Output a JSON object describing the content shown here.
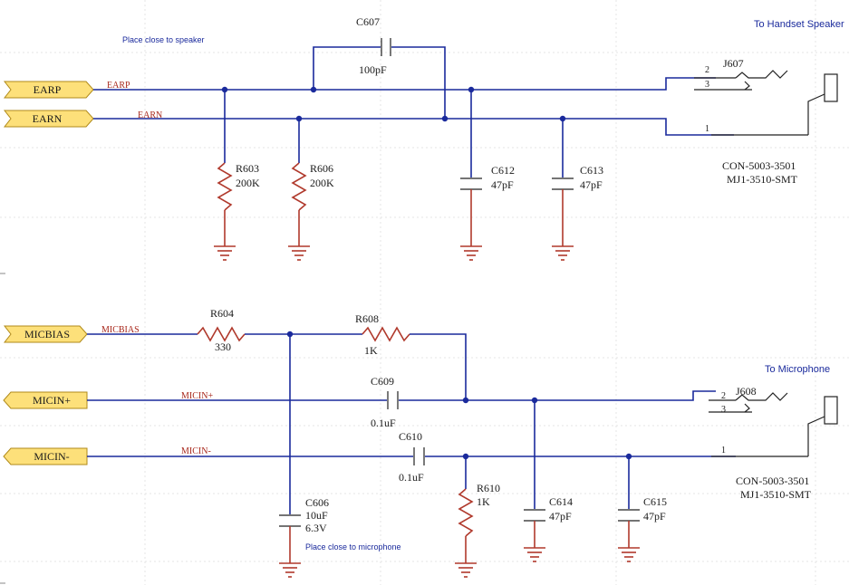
{
  "top": {
    "note_speaker": "Place close to speaker",
    "to_label": "To Handset Speaker",
    "ports": {
      "earp": "EARP",
      "earn": "EARN"
    },
    "nets": {
      "earp": "EARP",
      "earn": "EARN"
    },
    "c607": {
      "ref": "C607",
      "val": "100pF"
    },
    "r603": {
      "ref": "R603",
      "val": "200K"
    },
    "r606": {
      "ref": "R606",
      "val": "200K"
    },
    "c612": {
      "ref": "C612",
      "val": "47pF"
    },
    "c613": {
      "ref": "C613",
      "val": "47pF"
    },
    "jack": {
      "ref": "J607",
      "pin2": "2",
      "pin3": "3",
      "pin1": "1",
      "part": "CON-5003-3501",
      "model": "MJ1-3510-SMT"
    }
  },
  "bottom": {
    "to_label": "To Microphone",
    "note_mic": "Place close to microphone",
    "ports": {
      "micbias": "MICBIAS",
      "micinp": "MICIN+",
      "micinm": "MICIN-"
    },
    "nets": {
      "micbias": "MICBIAS",
      "micinp": "MICIN+",
      "micinm": "MICIN-"
    },
    "r604": {
      "ref": "R604",
      "val": "330"
    },
    "r608": {
      "ref": "R608",
      "val": "1K"
    },
    "c609": {
      "ref": "C609",
      "val": "0.1uF"
    },
    "c610": {
      "ref": "C610",
      "val": "0.1uF"
    },
    "r610": {
      "ref": "R610",
      "val": "1K"
    },
    "c606": {
      "ref": "C606",
      "val": "10uF",
      "volt": "6.3V"
    },
    "c614": {
      "ref": "C614",
      "val": "47pF"
    },
    "c615": {
      "ref": "C615",
      "val": "47pF"
    },
    "jack": {
      "ref": "J608",
      "pin2": "2",
      "pin3": "3",
      "pin1": "1",
      "part": "CON-5003-3501",
      "model": "MJ1-3510-SMT"
    }
  }
}
